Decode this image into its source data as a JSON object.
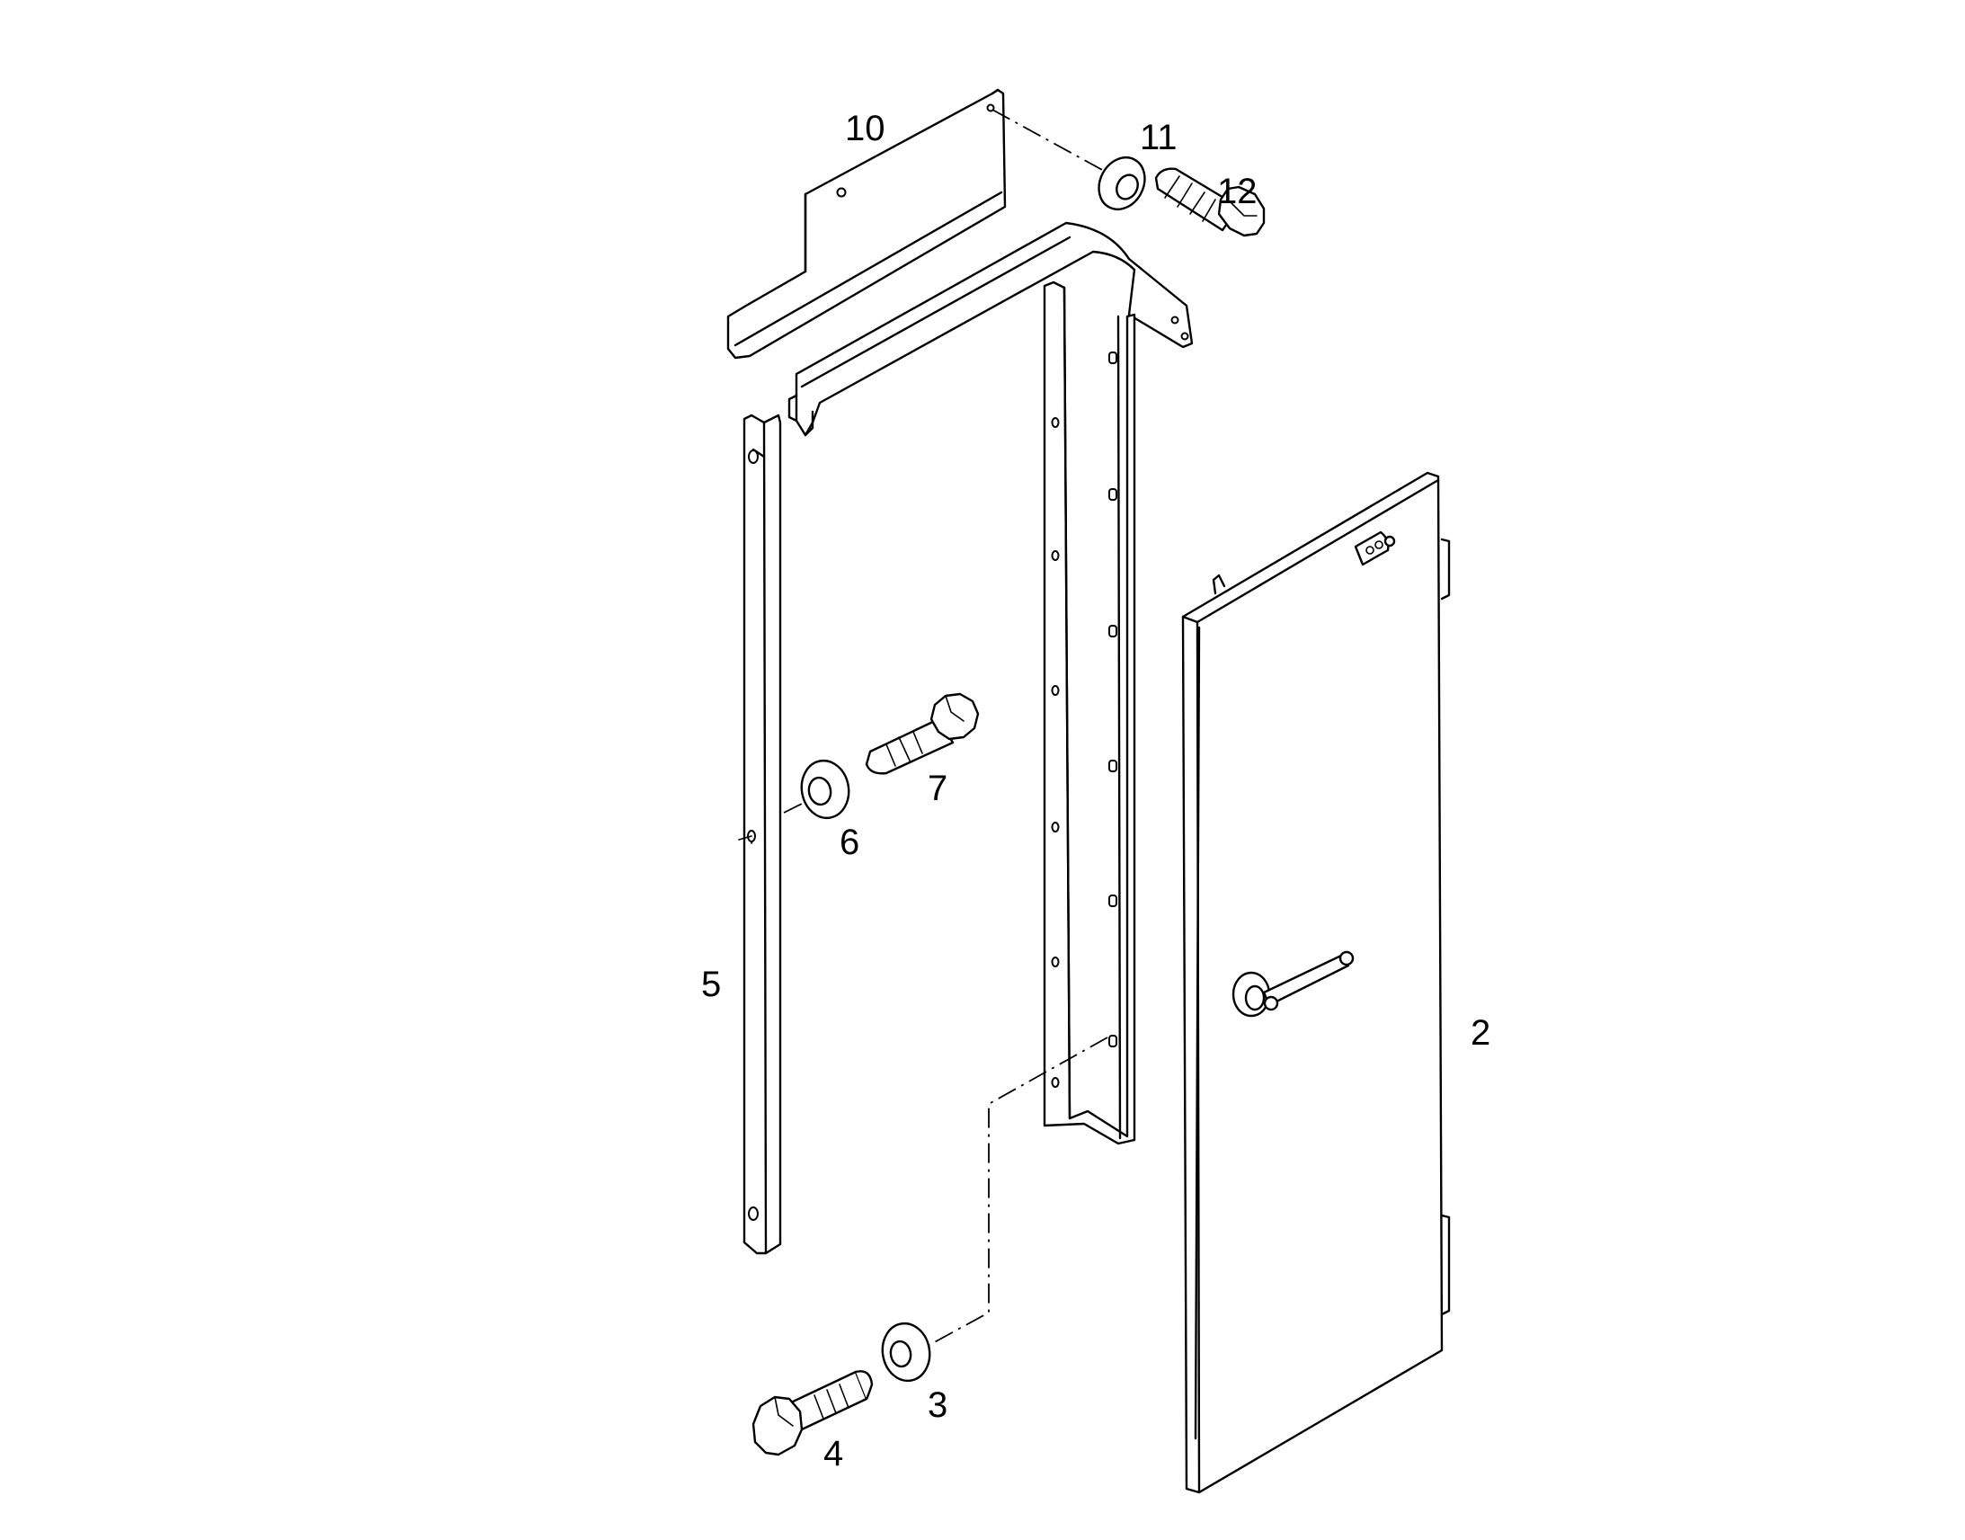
{
  "callouts": {
    "c10": "10",
    "c11": "11",
    "c12": "12",
    "c7": "7",
    "c6": "6",
    "c5": "5",
    "c2": "2",
    "c3": "3",
    "c4": "4"
  },
  "colors": {
    "line": "#000000",
    "background": "#ffffff"
  }
}
